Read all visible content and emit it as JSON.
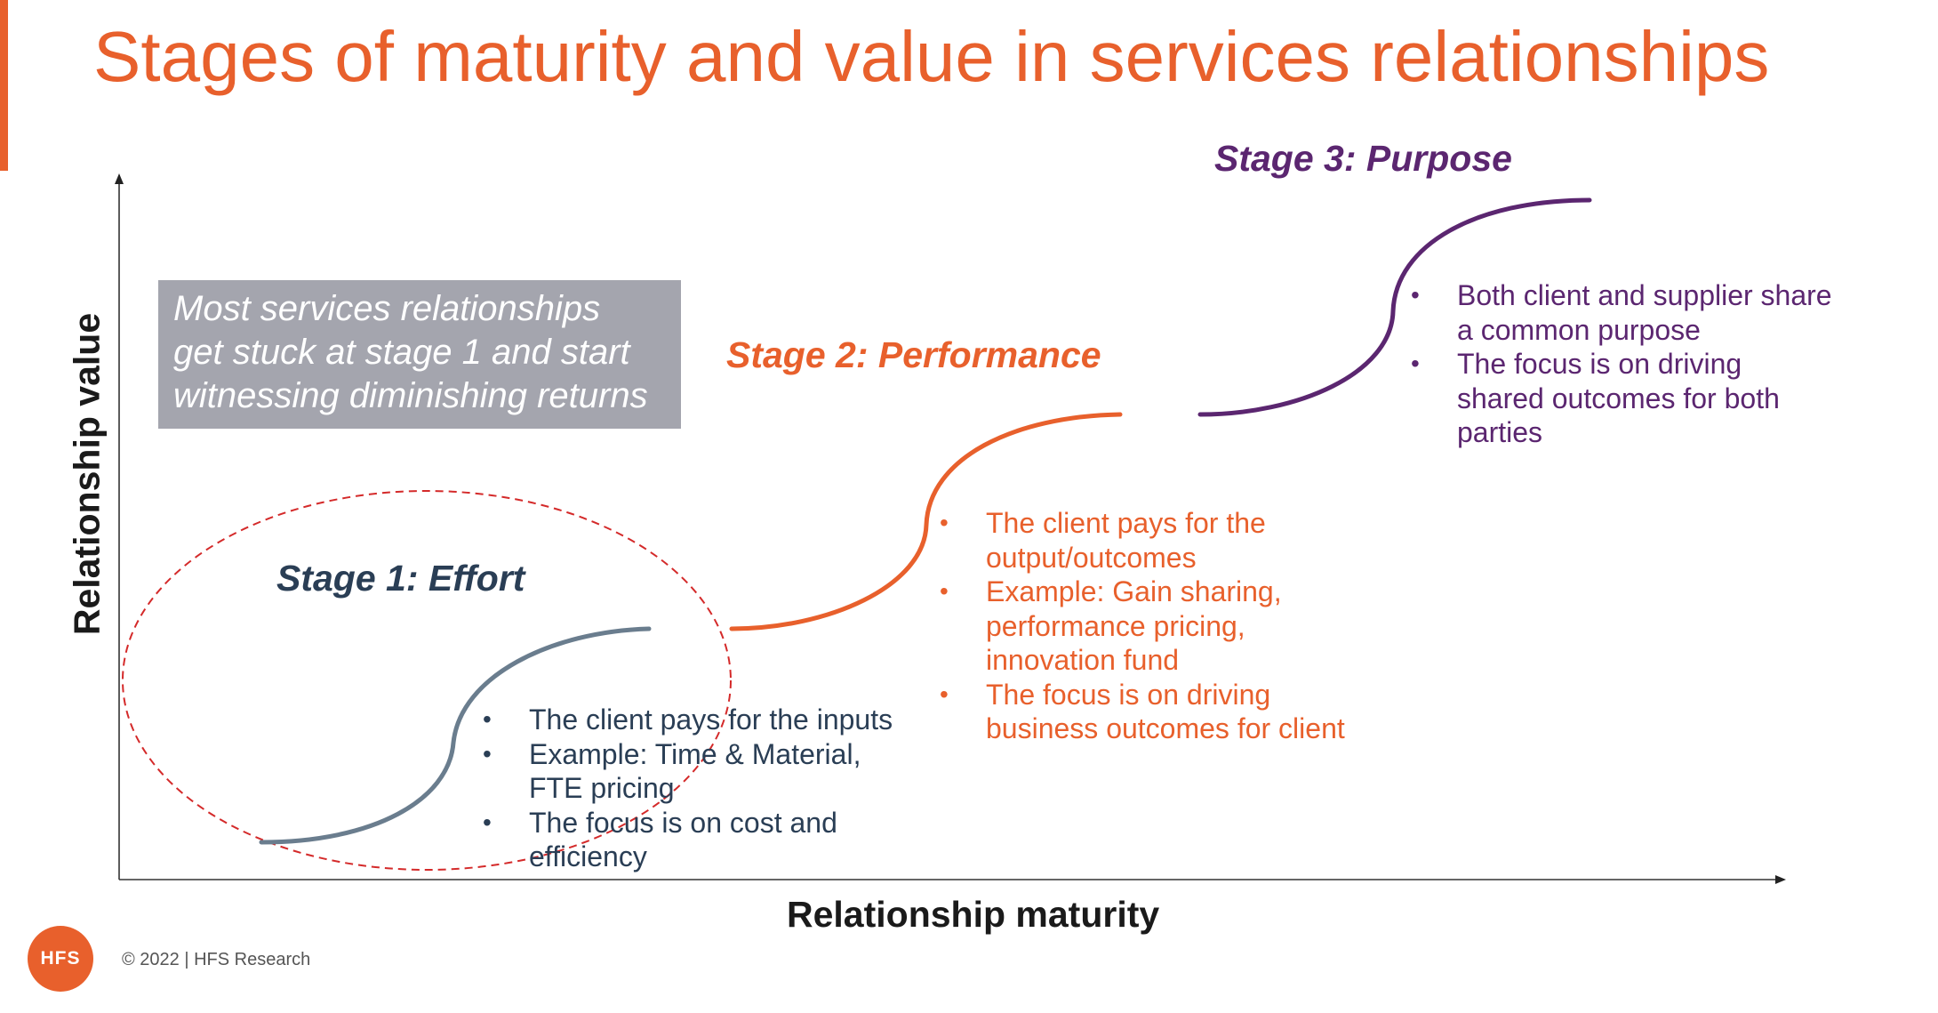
{
  "title": "Stages of maturity and value in services relationships",
  "colors": {
    "accent": "#e8602c",
    "stage1": "#2a3e55",
    "stage1_curve": "#6a7d8e",
    "stage2": "#e8602c",
    "stage3": "#5b2670",
    "callout_bg": "#a4a5ae",
    "ellipse": "#d42a2a"
  },
  "axes": {
    "y_label": "Relationship value",
    "x_label": "Relationship maturity"
  },
  "callout": {
    "lines": [
      "Most services relationships",
      "get stuck at stage 1 and start",
      "witnessing diminishing returns"
    ]
  },
  "stages": [
    {
      "label": "Stage 1: Effort",
      "bullets": [
        [
          "The client pays for the inputs"
        ],
        [
          "Example: Time & Material,",
          "FTE pricing"
        ],
        [
          "The focus is on cost and",
          "efficiency"
        ]
      ]
    },
    {
      "label": "Stage 2: Performance",
      "bullets": [
        [
          "The client pays for the",
          "output/outcomes"
        ],
        [
          "Example: Gain sharing,",
          "performance pricing,",
          "innovation fund"
        ],
        [
          "The focus is on driving",
          "business outcomes for client"
        ]
      ]
    },
    {
      "label": "Stage 3: Purpose",
      "bullets": [
        [
          "Both client and supplier share",
          "a common purpose"
        ],
        [
          "The focus is on driving",
          "shared outcomes for both",
          "parties"
        ]
      ]
    }
  ],
  "footer": {
    "logo": "HFS",
    "copyright": "© 2022 | HFS Research"
  }
}
